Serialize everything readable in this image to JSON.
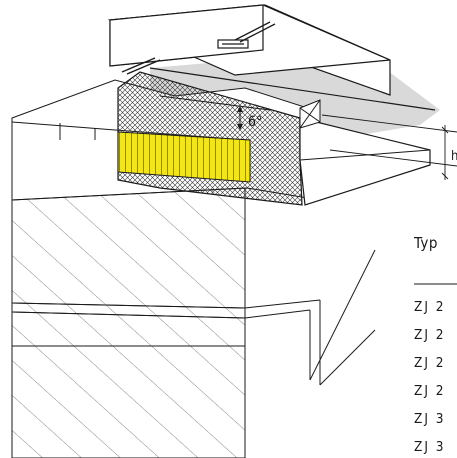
{
  "angle_label": "6°",
  "dimension_label": "h",
  "table": {
    "header": "Typ",
    "rows": [
      "ZJ 2",
      "ZJ 2",
      "ZJ 2",
      "ZJ 2",
      "ZJ 3",
      "ZJ 3"
    ]
  },
  "colors": {
    "insulation_strip": "#f2e51b",
    "insulation_lines": "#6b5f00",
    "crosshatch": "#333333",
    "shadow_fill": "#d9d9d9",
    "line": "#1a1a1a"
  }
}
